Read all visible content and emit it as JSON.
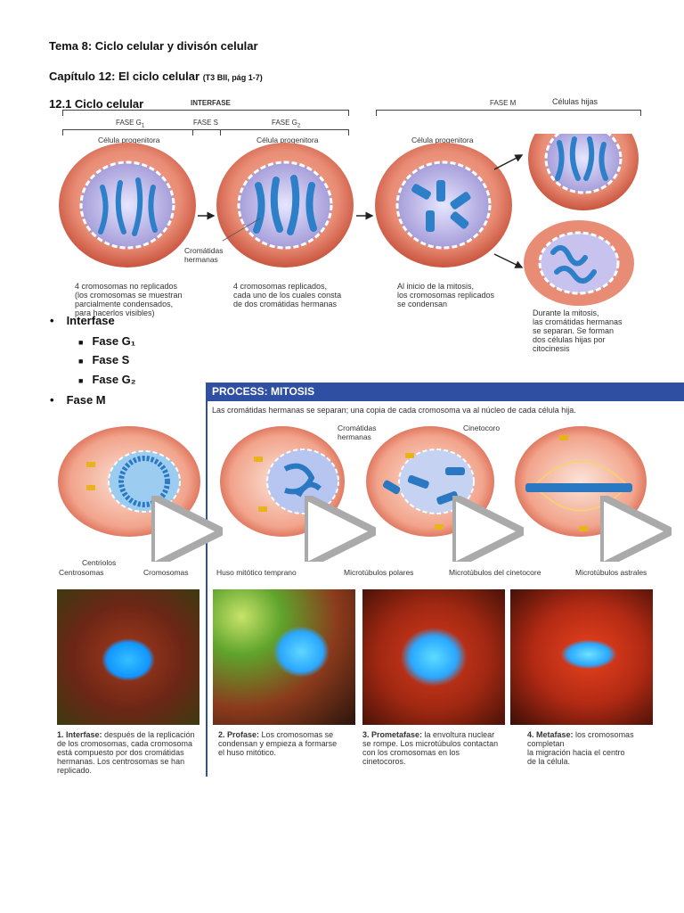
{
  "doc": {
    "title": "Tema 8: Ciclo celular y divisón celular",
    "chapter_main": "Capítulo 12: El ciclo celular",
    "chapter_ref": "(T3 BII, pág 1-7)",
    "section": "12.1 Ciclo celular"
  },
  "cycle_fig": {
    "interfase": "INTERFASE",
    "fase_g1": "FASE G",
    "fase_g1_sub": "1",
    "fase_s": "FASE S",
    "fase_g2": "FASE G",
    "fase_g2_sub": "2",
    "fase_m": "FASE M",
    "celulas_hijas": "Células hijas",
    "progenitora_1": "Célula progenitora",
    "progenitora_2": "Célula progenitora",
    "progenitora_3": "Célula progenitora",
    "cromatidas_hermanas": [
      "Cromátidas",
      "hermanas"
    ],
    "caption_1": [
      "4 cromosomas no replicados",
      "(los cromosomas se muestran",
      "parcialmente condensados,",
      "para hacerlos visibles)"
    ],
    "caption_2": [
      "4 cromosomas replicados,",
      "cada uno de los cuales consta",
      "de dos cromátidas hermanas"
    ],
    "caption_3": [
      "Al inicio de la mitosis,",
      "los cromosomas replicados",
      "se condensan"
    ],
    "caption_4": [
      "Durante la mitosis,",
      "las cromátidas hermanas",
      "se separan. Se forman",
      "dos células hijas por",
      "citocinesis"
    ]
  },
  "bullets": {
    "interfase": "Interfase",
    "g1": "Fase G₁",
    "s": "Fase S",
    "g2": "Fase G₂",
    "m": "Fase M"
  },
  "mitosis": {
    "header": "PROCESS: MITOSIS",
    "subtitle": "Las cromátidas hermanas se separan; una copia de cada cromosoma va al núcleo de cada célula hija.",
    "cromatidas": [
      "Cromátidas",
      "hermanas"
    ],
    "cinetocoro": "Cinetocoro",
    "centriolos": "Centriolos",
    "centrosomas": "Centrosomas",
    "cromosomas": "Cromosomas",
    "huso": "Huso mitótico temprano",
    "polares": "Microtúbulos polares",
    "cinetocore": "Microtúbulos del cinetocore",
    "astrales": "Microtúbulos astrales",
    "captions": [
      {
        "bold": "1. Interfase:",
        "text": [
          "después de la replicación",
          "de los cromosomas, cada cromosoma",
          "está compuesto por dos cromátidas",
          "hermanas. Los centrosomas se han",
          "replicado."
        ]
      },
      {
        "bold": "2. Profase:",
        "text": [
          "Los cromosomas se",
          "condensan y empieza a formarse",
          "el huso mitótico."
        ]
      },
      {
        "bold": "3. Prometafase:",
        "text": [
          "la envoltura nuclear",
          "se rompe. Los microtúbulos contactan",
          "con los cromosomas en los",
          "cinetocoros."
        ]
      },
      {
        "bold": "4. Metafase:",
        "text": [
          "los cromosomas completan",
          "la migración hacia el centro",
          "de la célula."
        ]
      }
    ]
  }
}
